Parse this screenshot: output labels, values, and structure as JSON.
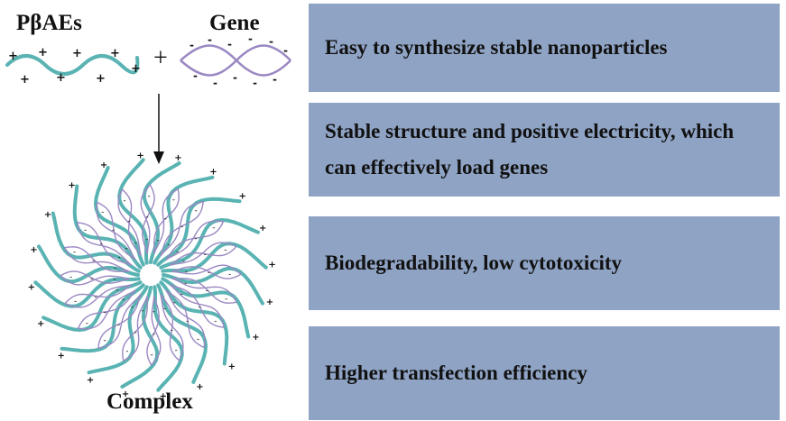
{
  "labels": {
    "pbaes": "PβAEs",
    "gene": "Gene",
    "plus": "+",
    "complex": "Complex"
  },
  "features": [
    {
      "text": "Easy to synthesize stable nanoparticles"
    },
    {
      "text": "Stable structure and positive electricity, which can effectively load genes"
    },
    {
      "text": "Biodegradability, low cytotoxicity"
    },
    {
      "text": "Higher transfection efficiency"
    }
  ],
  "colors": {
    "polymer": "#5ab3b3",
    "gene": "#9b88c2",
    "box": "#8fa3c4",
    "text": "#111111"
  }
}
